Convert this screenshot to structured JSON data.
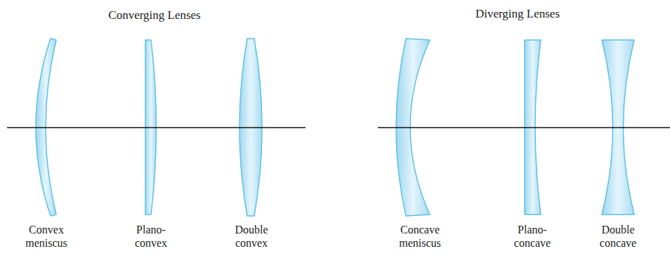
{
  "diagram": {
    "labels": [
      "Converging Lenses",
      "Diverging Lenses",
      "Convex meniscus",
      "Plano-convex",
      "Double convex",
      "Concave meniscus",
      "Plano-concave",
      "Double concave"
    ]
  }
}
